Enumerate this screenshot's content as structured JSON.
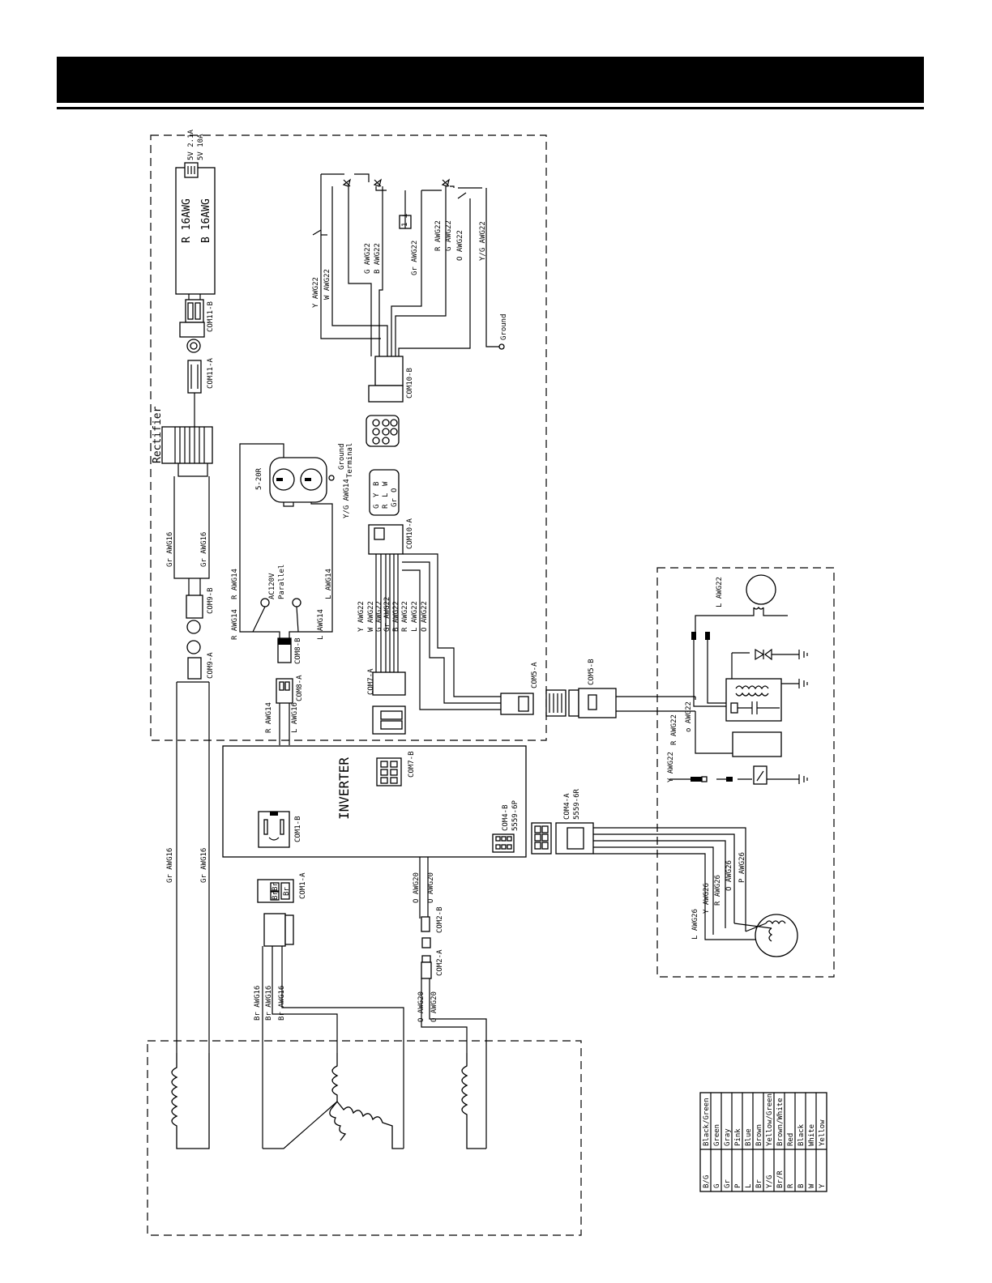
{
  "power_module": {
    "label_red": "R 16AWG",
    "label_black": "B 16AWG",
    "label_usb1": "5V 2.1A",
    "label_usb2": "5V 10A"
  },
  "connectors": {
    "com11_b": "COM11-B",
    "com11_a": "COM11-A",
    "com9_b": "COM9-B",
    "com9_a": "COM9-A",
    "com8_b": "COM8-B",
    "com8_a": "COM8-A",
    "com10_b": "COM10-B",
    "com10_a": "COM10-A",
    "com7_a": "COM7-A",
    "com7_b": "COM7-B",
    "com5_a": "COM5-A",
    "com5_b": "COM5-B",
    "com4_b": "COM4-B",
    "com4_b_part": "5559-6P",
    "com4_a": "COM4-A",
    "com4_a_part": "5559-6R",
    "com1_b": "COM1-B",
    "com1_a": "COM1-A",
    "com2_b": "COM2-B",
    "com2_a": "COM2-A"
  },
  "components": {
    "rectifier": "Rectifier",
    "inverter": "INVERTER",
    "outlet": "5-20R",
    "ground_terminal_1": "Ground",
    "ground_terminal_2": "Terminal",
    "ground": "Ground",
    "parallel_1": "AC120V",
    "parallel_2": "Parallel"
  },
  "wires": {
    "gr_awg16": "Gr AWG16",
    "r_awg14": "R AWG14",
    "l_awg14": "L AWG14",
    "l_awg16": "L AWG16",
    "yg_awg14": "Y/G AWG14",
    "y_awg22": "Y AWG22",
    "w_awg22": "W AWG22",
    "g_awg22": "G AWG22",
    "b_awg22": "B AWG22",
    "gr_awg22": "Gr AWG22",
    "r_awg22": "R AWG22",
    "o_awg22": "O AWG22",
    "l_awg22": "L AWG22",
    "yg_awg22": "Y/G AWG22",
    "o_awg22_lower": "o AWG22",
    "br_awg16": "Br AWG16",
    "br": "Br",
    "o_awg20": "O AWG20",
    "l_awg26": "L AWG26",
    "y_awg26": "Y AWG26",
    "r_awg26": "R AWG26",
    "o_awg26": "O AWG26",
    "p_awg26": "P AWG26"
  },
  "pin_labels": [
    "B",
    "Y",
    "G",
    "W",
    "L",
    "R",
    "O",
    "Gr"
  ],
  "legend": [
    {
      "code": "B/G",
      "name": "Black/Green"
    },
    {
      "code": "G",
      "name": "Green"
    },
    {
      "code": "Gr",
      "name": "Gray"
    },
    {
      "code": "P",
      "name": "Pink"
    },
    {
      "code": "L",
      "name": "Blue"
    },
    {
      "code": "Br",
      "name": "Brown"
    },
    {
      "code": "Y/G",
      "name": "Yellow/Green"
    },
    {
      "code": "Br/R",
      "name": "Brown/White"
    },
    {
      "code": "R",
      "name": "Red"
    },
    {
      "code": "B",
      "name": "Black"
    },
    {
      "code": "W",
      "name": "White"
    },
    {
      "code": "Y",
      "name": "Yellow"
    }
  ]
}
